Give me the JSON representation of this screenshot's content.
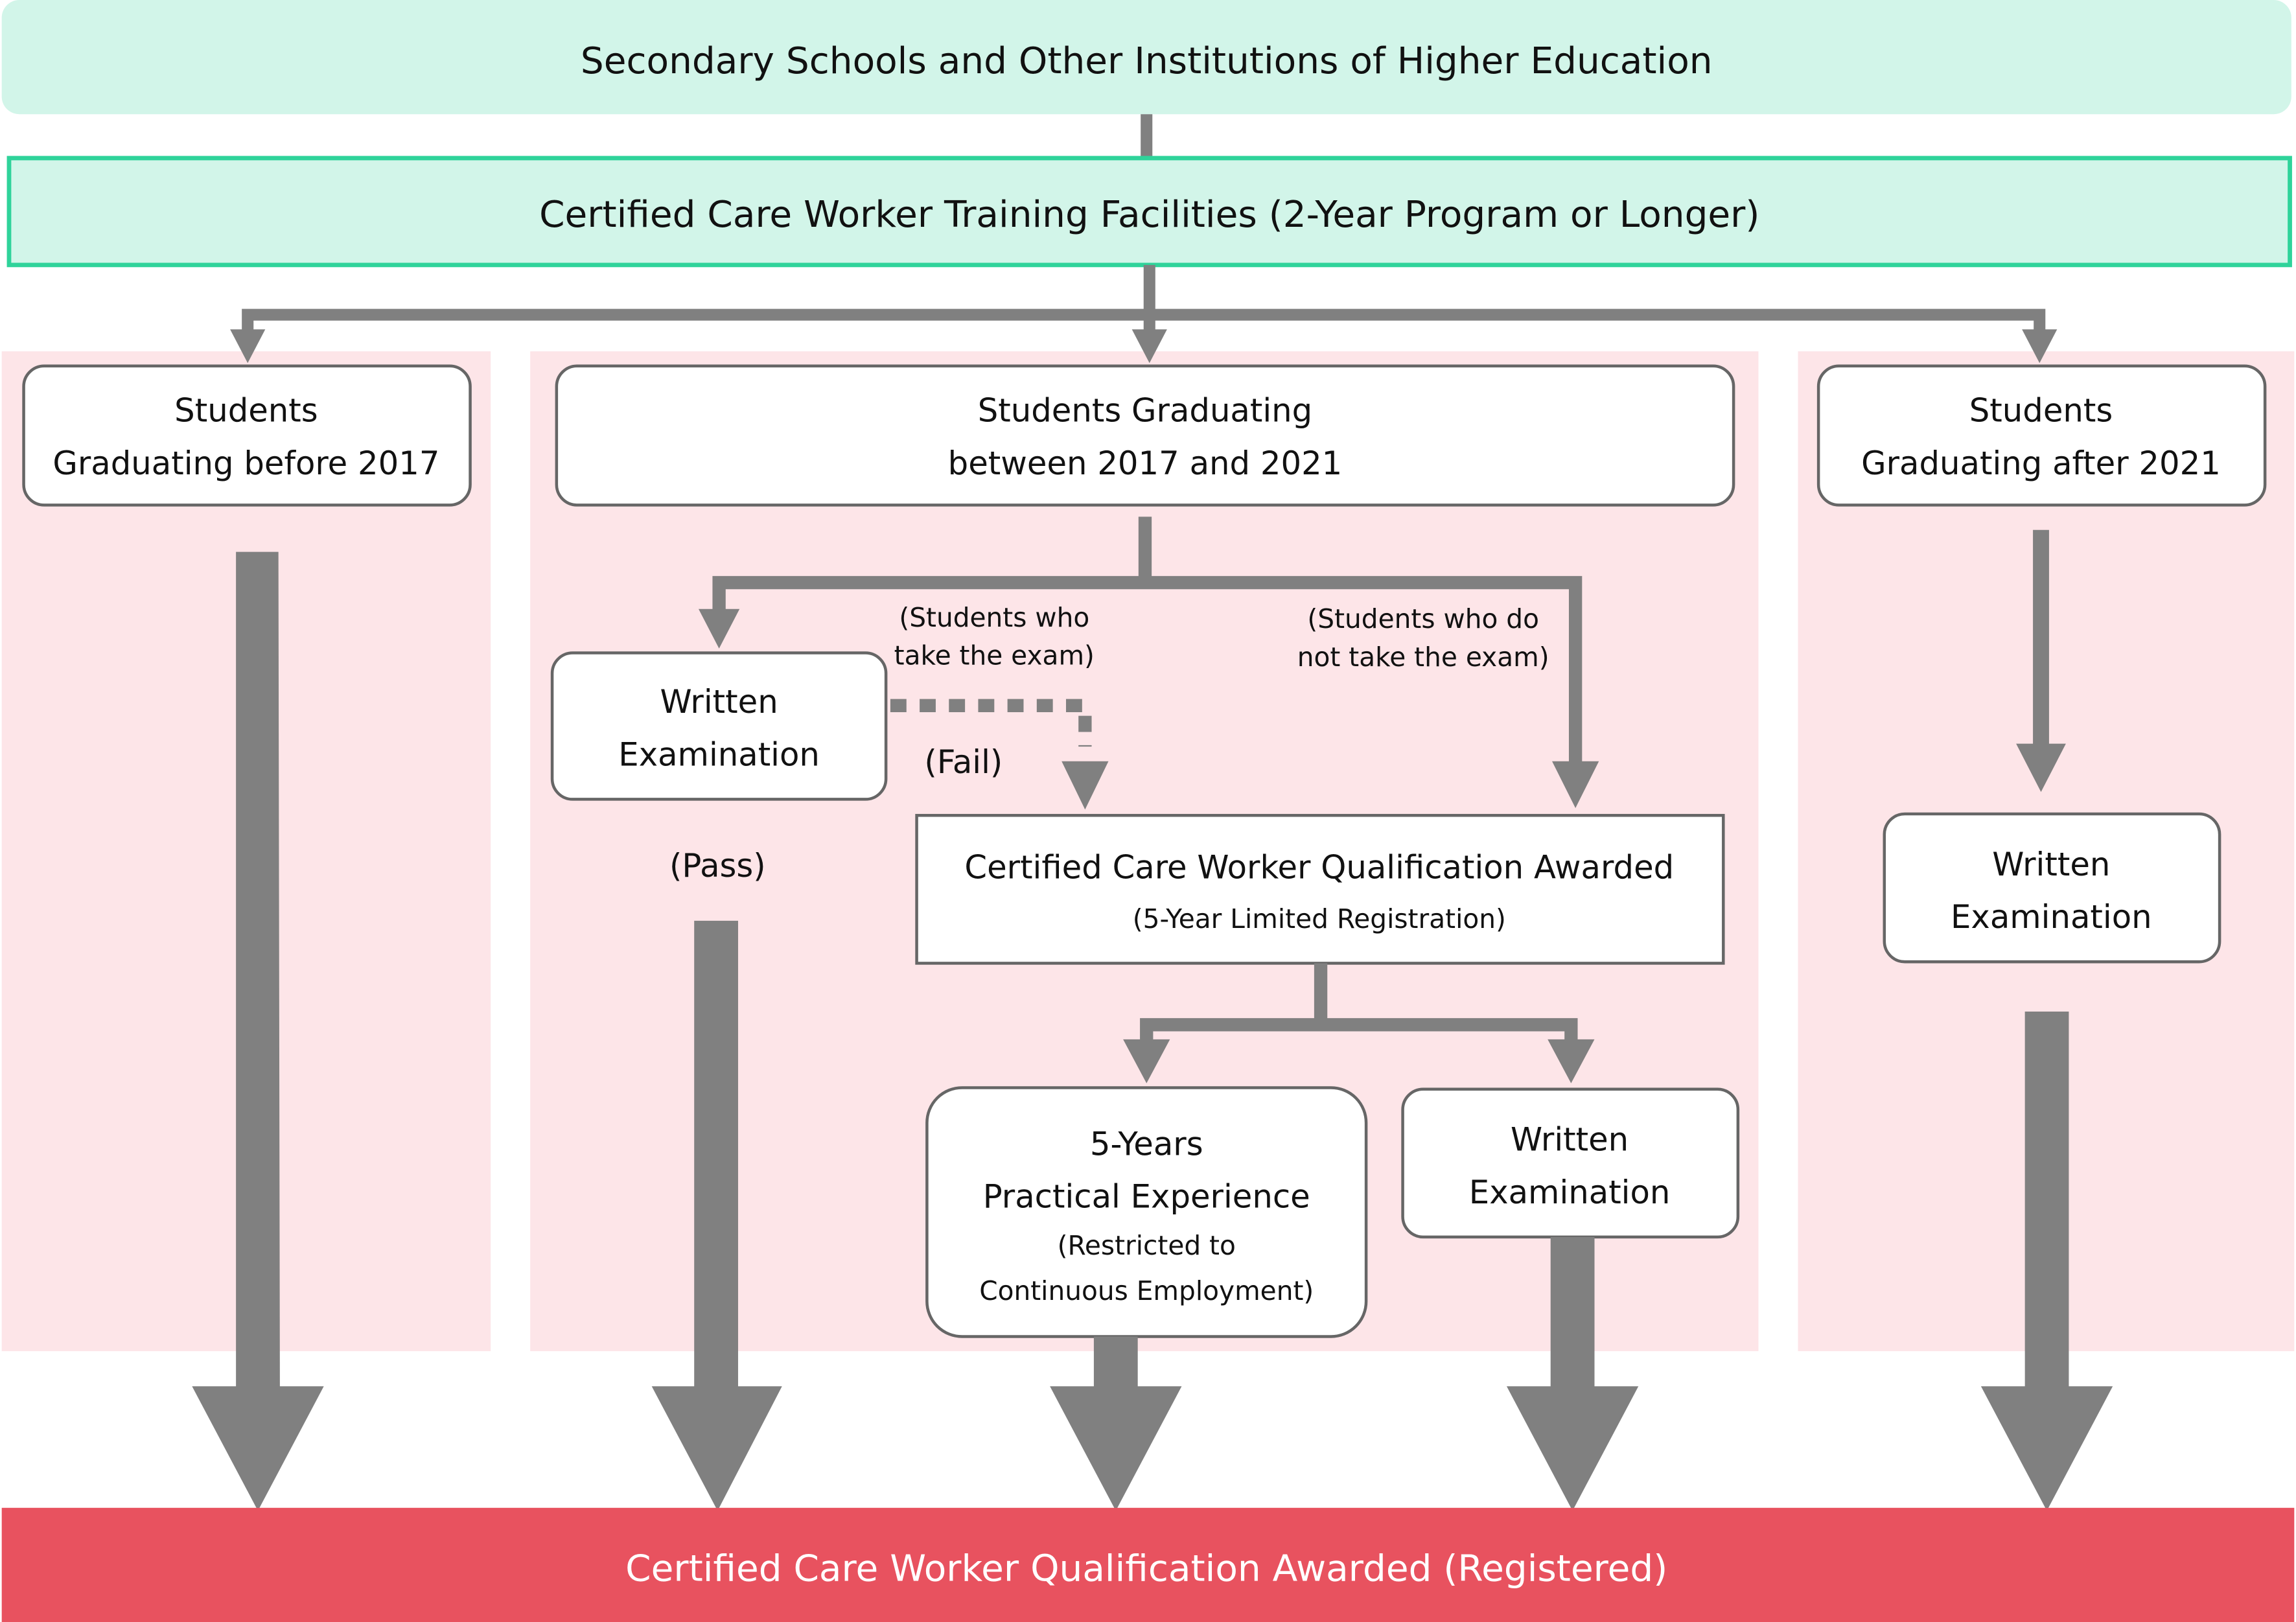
{
  "header": {
    "title": "Secondary Schools and Other Institutions of Higher Education"
  },
  "facilities": {
    "title": "Certified Care Worker Training Facilities (2-Year Program or Longer)"
  },
  "groups": {
    "before": {
      "line1": "Students",
      "line2": "Graduating before 2017"
    },
    "between": {
      "line1": "Students Graduating",
      "line2": "between 2017 and 2021"
    },
    "after": {
      "line1": "Students",
      "line2": "Graduating after 2021"
    }
  },
  "middle": {
    "exam": {
      "line1": "Written",
      "line2": "Examination"
    },
    "take_label": {
      "line1": "(Students who",
      "line2": "take the exam)"
    },
    "notake_label": {
      "line1": "(Students who do",
      "line2": "not take the exam)"
    },
    "fail": "(Fail)",
    "pass": "(Pass)",
    "limited": {
      "line1": "Certified Care Worker Qualification Awarded",
      "line2": "(5-Year Limited Registration)"
    },
    "experience": {
      "line1": "5-Years",
      "line2": "Practical Experience",
      "line3": "(Restricted to",
      "line4": "Continuous Employment)"
    },
    "exam2": {
      "line1": "Written",
      "line2": "Examination"
    }
  },
  "after_exam": {
    "line1": "Written",
    "line2": "Examination"
  },
  "footer": {
    "title": "Certified Care Worker Qualification  Awarded (Registered)"
  },
  "colors": {
    "mint": "#d2f5e9",
    "mint_border": "#2fd39a",
    "pink": "#fde5e8",
    "red": "#e8525f",
    "arrow": "#808080"
  }
}
